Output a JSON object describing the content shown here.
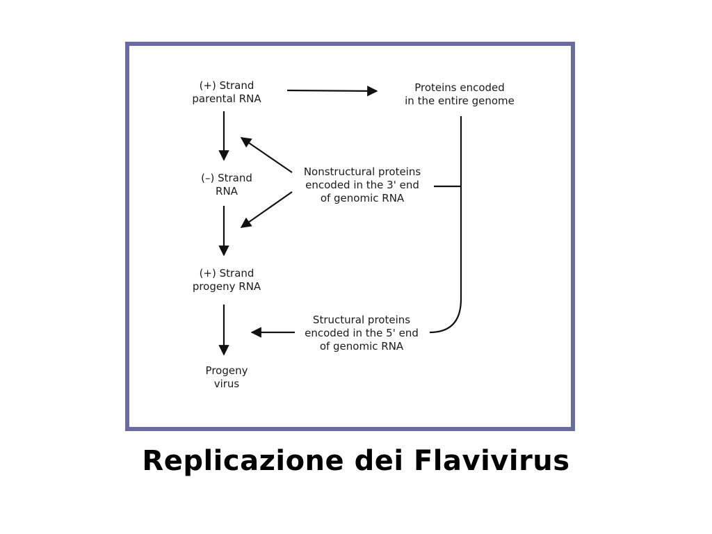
{
  "diagram": {
    "nodes": {
      "plus_parental": {
        "line1": "(+) Strand",
        "line2": "parental RNA"
      },
      "minus_strand": {
        "line1": "(–) Strand",
        "line2": "RNA"
      },
      "plus_progeny": {
        "line1": "(+) Strand",
        "line2": "progeny RNA"
      },
      "progeny_virus": {
        "line1": "Progeny",
        "line2": "virus"
      },
      "proteins_genome": {
        "line1": "Proteins encoded",
        "line2": "in the entire genome"
      },
      "nonstructural": {
        "line1": "Nonstructural proteins",
        "line2": "encoded in the 3' end",
        "line3": "of genomic RNA"
      },
      "structural": {
        "line1": "Structural proteins",
        "line2": "encoded in the 5' end",
        "line3": "of genomic RNA"
      }
    },
    "colors": {
      "frame": "#6a6b9f",
      "line": "#111111"
    }
  },
  "caption": "Replicazione dei Flavivirus"
}
